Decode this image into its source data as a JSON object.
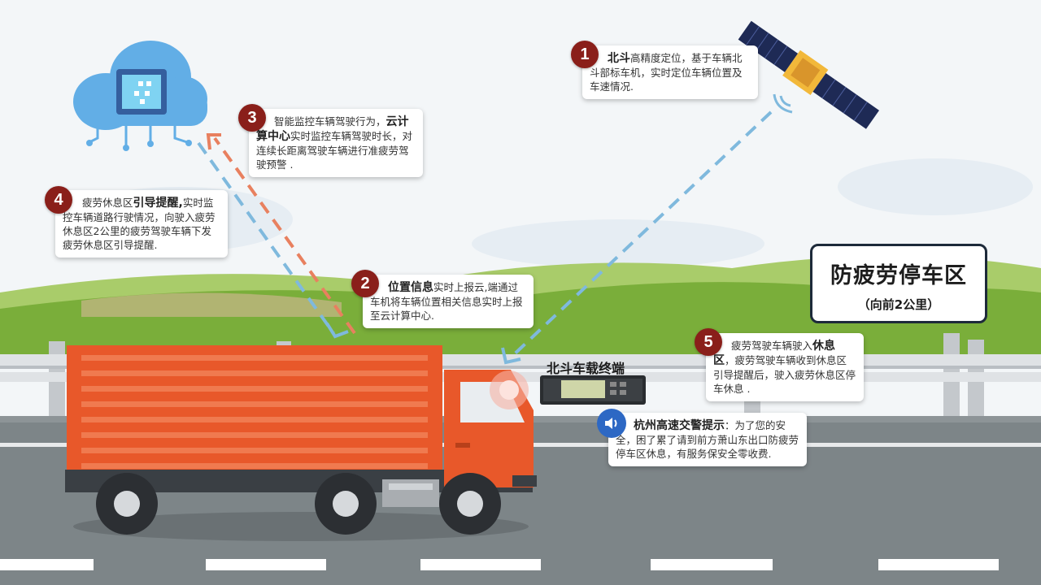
{
  "sign": {
    "title": "防疲劳停车区",
    "subtitle": "（向前2公里）"
  },
  "terminal_label": "北斗车载终端",
  "callouts": [
    {
      "num": "1",
      "bold": "北斗",
      "text": "高精度定位，基于车辆北斗部标车机，实时定位车辆位置及车速情况."
    },
    {
      "num": "2",
      "bold": "位置信息",
      "text": "实时上报云,端通过车机将车辆位置相关信息实时上报至云计算中心."
    },
    {
      "num": "3",
      "pre": "智能监控车辆驾驶行为，",
      "bold": "云计算中心",
      "text": "实时监控车辆驾驶时长，对连续长距离驾驶车辆进行准疲劳驾驶预警 ."
    },
    {
      "num": "4",
      "pre": "疲劳休息区",
      "bold": "引导提醒,",
      "text": "实时监控车辆道路行驶情况，向驶入疲劳休息区2公里的疲劳驾驶车辆下发疲劳休息区引导提醒."
    },
    {
      "num": "5",
      "pre": "疲劳驾驶车辆驶入",
      "bold": "休息区",
      "text": "，疲劳驾驶车辆收到休息区引导提醒后，驶入疲劳休息区停车休息 ."
    }
  ],
  "alert": {
    "bold": "杭州高速交警提示",
    "text": "：为了您的安全，困了累了请到前方萧山东出口防疲劳停车区休息，有服务保安全零收费."
  },
  "colors": {
    "badge": "#8a1f1a",
    "truck": "#e8582a",
    "signal_blue": "#7fb9dd",
    "signal_orange": "#e8805f",
    "speaker": "#2d68c4"
  }
}
